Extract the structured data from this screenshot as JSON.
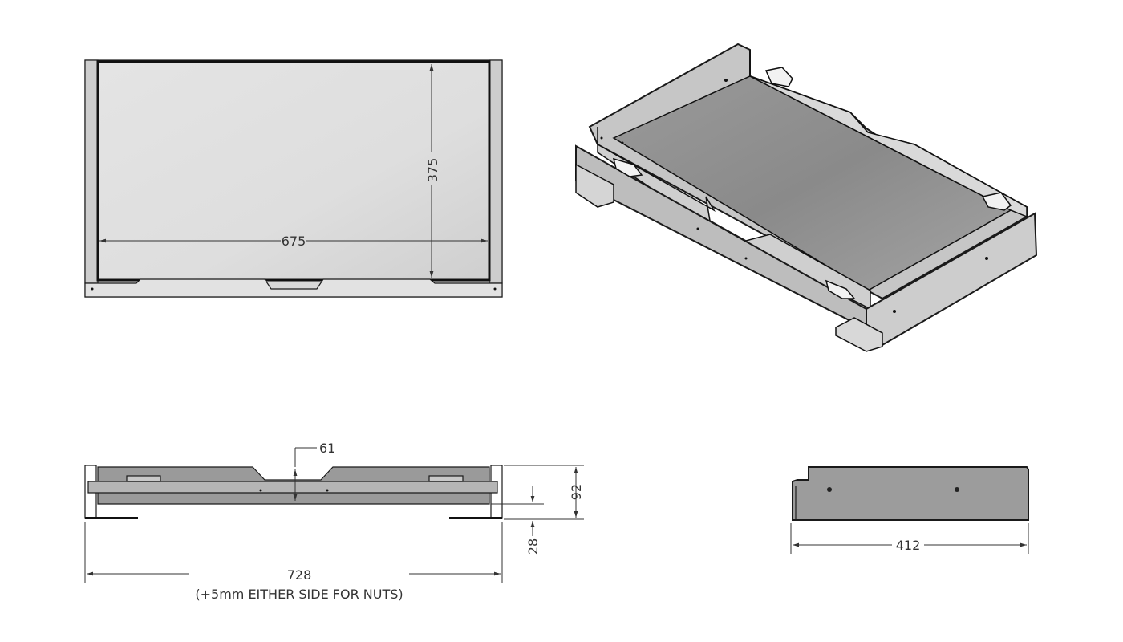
{
  "dimensions": {
    "top_width": "675",
    "top_depth": "375",
    "front_gap": "61",
    "front_height": "92",
    "front_foot": "28",
    "front_overall": "728",
    "front_note": "(+5mm EITHER SIDE FOR NUTS)",
    "side_depth": "412"
  },
  "colors": {
    "line": "#1a1a1a",
    "dimension": "#333333",
    "panel_light": "#e6e6e6",
    "panel_mid": "#cfcfcf",
    "panel_dark": "#8f8f8f"
  }
}
